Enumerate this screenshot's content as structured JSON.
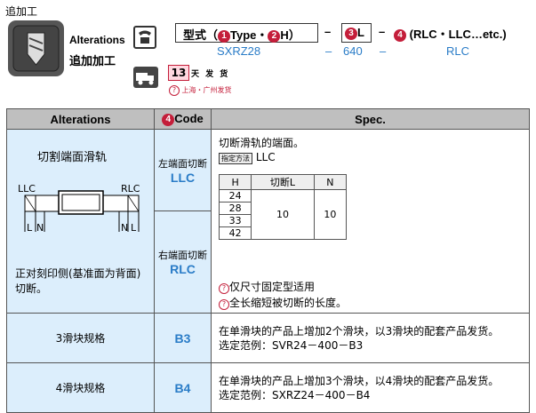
{
  "tab_label": "追加工",
  "header": {
    "title_en": "Alterations",
    "title_cn": "追加加工",
    "code_format": {
      "part1_prefix": "型式（",
      "circle1": "1",
      "type": "Type",
      "dot": "・",
      "circle2": "2",
      "h": "H",
      "part1_suffix": "）",
      "dash": "–",
      "circle3": "3",
      "l": "L",
      "circle4": "4",
      "options": "(RLC・LLC…etc.)"
    },
    "example": {
      "model": "SXRZ28",
      "dash": "–",
      "length": "640",
      "option": "RLC"
    },
    "shipping": {
      "days": "13",
      "label": "天 发 货",
      "pin": "?",
      "sub": "上海・广州发货"
    }
  },
  "table": {
    "headers": {
      "alterations": "Alterations",
      "code_circle": "4",
      "code": "Code",
      "spec": "Spec."
    },
    "rows": [
      {
        "alteration_title": "切割端面滑轨",
        "diagram": {
          "llc": "LLC",
          "rlc": "RLC",
          "l": "L",
          "n": "N"
        },
        "alteration_note": "正对刻印侧(基准面为背面)切断。",
        "codes": [
          {
            "label": "左端面切断",
            "code": "LLC"
          },
          {
            "label": "右端面切断",
            "code": "RLC"
          }
        ],
        "spec_line1": "切断滑轨的端面。",
        "spec_tag": "指定方法",
        "spec_tag_val": "LLC",
        "sub_table": {
          "headers": [
            "H",
            "切断L",
            "N"
          ],
          "h_values": [
            "24",
            "28",
            "33",
            "42"
          ],
          "l_value": "10",
          "n_value": "10"
        },
        "notes": [
          {
            "icon": "?",
            "text": "仅尺寸固定型适用"
          },
          {
            "icon": "?",
            "text": "全长缩短被切断的长度。"
          }
        ]
      },
      {
        "alteration_title": "3滑块规格",
        "code": "B3",
        "spec": "在单滑块的产品上增加2个滑块，以3滑块的配套产品发货。",
        "spec_example": "选定范例：SVR24－400－B3"
      },
      {
        "alteration_title": "4滑块规格",
        "code": "B4",
        "spec": "在单滑块的产品上增加3个滑块，以4滑块的配套产品发货。",
        "spec_example": "选定范例：SXRZ24－400－B4"
      }
    ]
  }
}
